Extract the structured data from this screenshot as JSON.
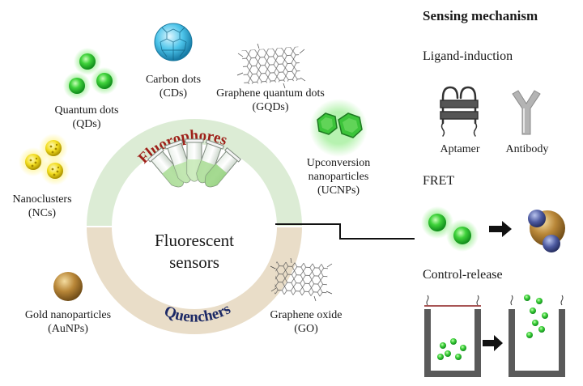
{
  "center": {
    "line1": "Fluorescent",
    "line2": "sensors",
    "top_arc": "Fluorophores",
    "bottom_arc": "Quenchers",
    "colors": {
      "top": "#dcecd5",
      "bottom": "#e9ddc8",
      "top_arc_text": "#9e2019",
      "bottom_arc_text": "#1d2a66"
    }
  },
  "materials": [
    {
      "name": "Carbon dots",
      "abbr": "(CDs)",
      "icon": "carbon-dot-sphere"
    },
    {
      "name": "Graphene quantum dots",
      "abbr": "(GQDs)",
      "icon": "graphene-lattice"
    },
    {
      "name": "Quantum dots",
      "abbr": "(QDs)",
      "icon": "green-spheres"
    },
    {
      "name": "Upconversion",
      "name2": "nanoparticles",
      "abbr": "(UCNPs)",
      "icon": "green-hexagons"
    },
    {
      "name": "Nanoclusters",
      "abbr": "(NCs)",
      "icon": "yellow-clusters"
    },
    {
      "name": "Gold nanoparticles",
      "abbr": "(AuNPs)",
      "icon": "gold-sphere"
    },
    {
      "name": "Graphene oxide",
      "abbr": "(GO)",
      "icon": "graphene-lattice"
    }
  ],
  "mechanism": {
    "title": "Sensing mechanism",
    "ligand": {
      "title": "Ligand-induction",
      "aptamer": "Aptamer",
      "antibody": "Antibody"
    },
    "fret": {
      "title": "FRET"
    },
    "control": {
      "title": "Control-release"
    }
  }
}
